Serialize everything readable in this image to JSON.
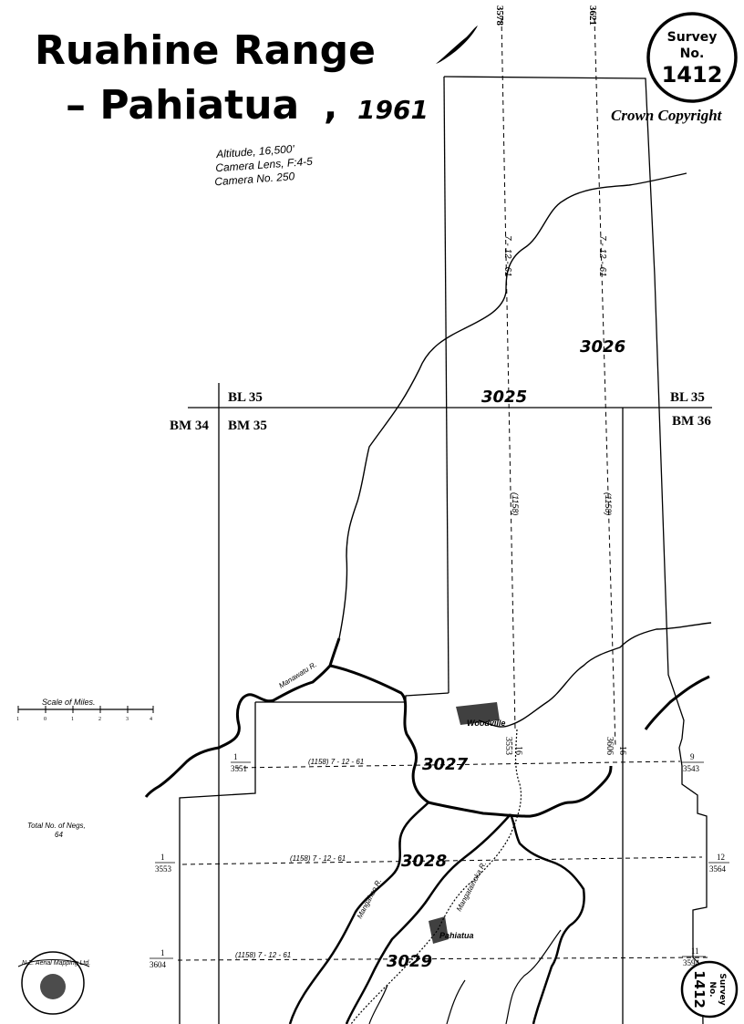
{
  "title": {
    "line1": "Ruahine Range",
    "line2": "– Pahiatua",
    "year": "1961"
  },
  "stamp_top": {
    "line1": "Survey",
    "line2": "No.",
    "number": "1412"
  },
  "stamp_bottom": {
    "line1": "Survey",
    "line2": "No.",
    "number": "1412"
  },
  "copyright": "Crown Copyright",
  "camera_info": {
    "altitude": "Altitude, 16,500'",
    "lens": "Camera Lens, F:4-5",
    "camera_no": "Camera No. 250"
  },
  "grid": {
    "bl35_left": "BL 35",
    "bl35_right": "BL 35",
    "bm34": "BM 34",
    "bm35": "BM 35",
    "bm36": "BM 36"
  },
  "run_numbers": {
    "r3025": "3025",
    "r3026": "3026",
    "r3027": "3027",
    "r3028": "3028",
    "r3029": "3029"
  },
  "run_top_numbers": {
    "a": "3578",
    "b": "3621"
  },
  "run_date_labels": {
    "v1": "7 - 12 - 61",
    "v2": "7 - 12 - 61",
    "h1": "(1158)   7 - 12 - 61",
    "h2": "(1158)   7 - 12 - 61",
    "h3": "(1158)   7 - 12 - 61",
    "v1_alt": "(1158)",
    "v2_alt": "(1158)"
  },
  "frame_numbers": {
    "left1_top": "1",
    "left1_bottom": "3551",
    "left2_top": "1",
    "left2_bottom": "3553",
    "left3_top": "1",
    "left3_bottom": "3604",
    "right1_top": "9",
    "right1_bottom": "3543",
    "right2_top": "12",
    "right2_bottom": "3564",
    "right3_top": "11",
    "right3_bottom": "3594",
    "mid1_top": "16",
    "mid1_bottom": "3553",
    "mid2_top": "16",
    "mid2_bottom": "3606"
  },
  "places": {
    "woodville": "Woodville",
    "pahiatua": "Pahiatua"
  },
  "rivers": {
    "manawatu": "Manawatu R.",
    "mangahao": "Mangahao R.",
    "mangatainoka": "Mangatainoka R."
  },
  "scale": {
    "label": "Scale of Miles.",
    "ticks": [
      "1",
      "0",
      "1",
      "2",
      "3",
      "4"
    ]
  },
  "total_negs": {
    "line1": "Total No. of Negs,",
    "line2": "64"
  },
  "logo_text": "N.Z. Aerial Mapping Ltd."
}
